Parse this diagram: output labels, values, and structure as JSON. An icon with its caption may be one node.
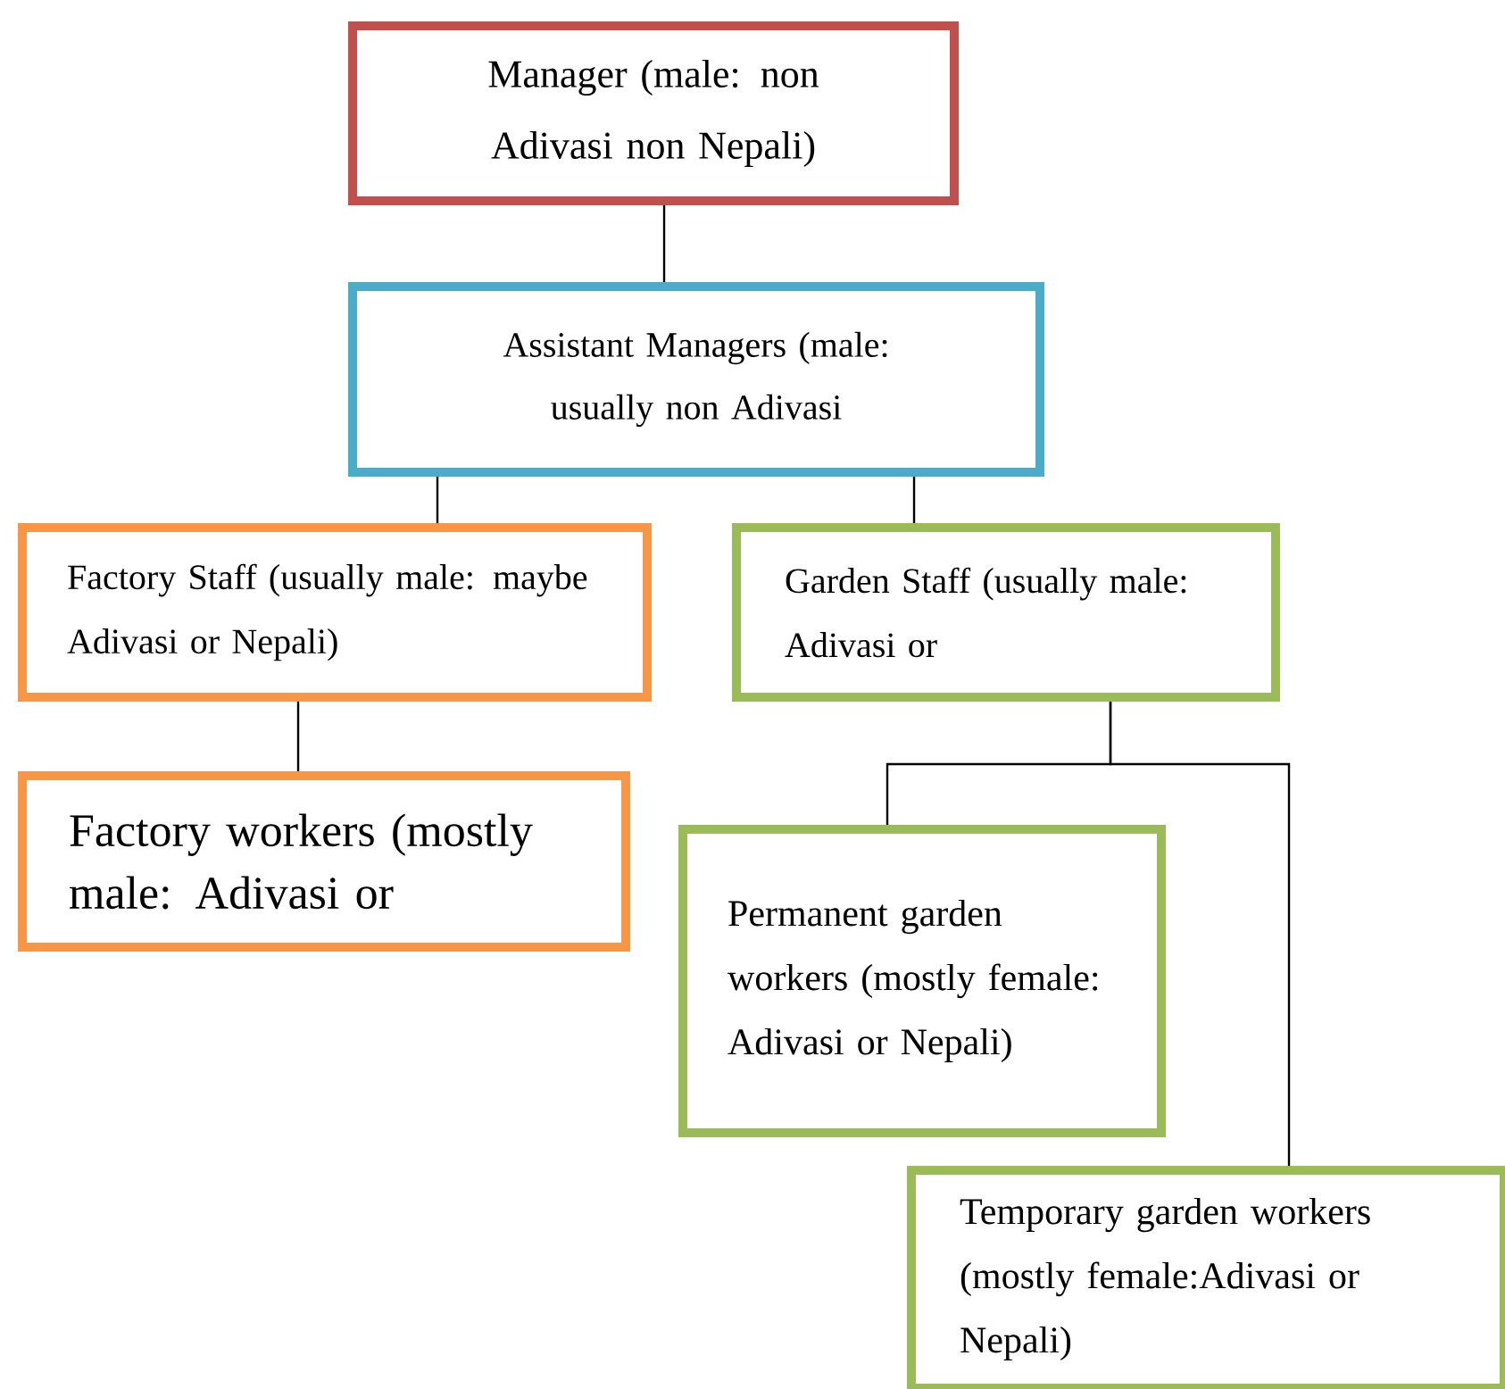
{
  "diagram": {
    "nodes": [
      {
        "text": [
          "Manager (male: non Adivasi non Nepali)"
        ]
      },
      {
        "text": [
          "Assistant Managers (male: usually non Adivasi"
        ]
      },
      {
        "text": [
          "Factory Staff (usually male: maybe Adivasi or Nepali)"
        ]
      },
      {
        "text": [
          "Garden Staff (usually male: Adivasi or"
        ]
      },
      {
        "text": [
          "Factory workers (mostly male: Adivasi or"
        ]
      },
      {
        "text": [
          "Permanent garden workers (mostly female: Adivasi or Nepali)"
        ]
      },
      {
        "text": [
          "Temporary garden workers (mostly female:Adivasi or Nepali)"
        ]
      }
    ],
    "edges": [
      {
        "from": 0,
        "to": 1,
        "arrow": "none"
      },
      {
        "from": 1,
        "to": 2,
        "arrow": "none"
      },
      {
        "from": 1,
        "to": 3,
        "arrow": "none"
      },
      {
        "from": 2,
        "to": 4,
        "arrow": "none"
      },
      {
        "from": 3,
        "to": 5,
        "arrow": "none"
      },
      {
        "from": 3,
        "to": 6,
        "arrow": "none"
      }
    ]
  }
}
